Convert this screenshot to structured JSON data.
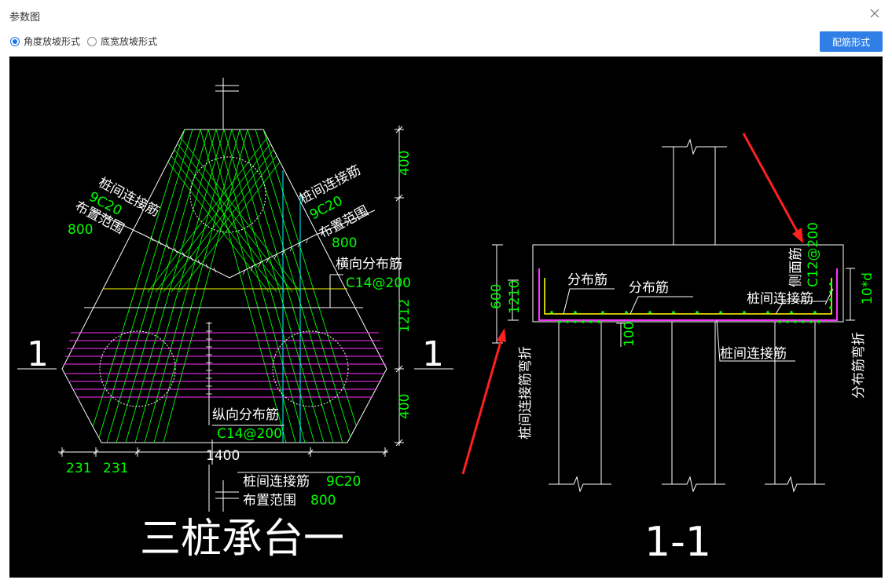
{
  "window": {
    "title": "参数图"
  },
  "options": {
    "angle_slope": "角度放坡形式",
    "width_slope": "底宽放坡形式",
    "selected": "angle_slope"
  },
  "toolbar": {
    "rebar_form_button": "配筋形式"
  },
  "drawing": {
    "plan": {
      "label_left_top_1": "桩间连接筋",
      "label_left_top_2": "9C20",
      "label_left_top_3": "布置范围",
      "label_left_top_4": "800",
      "label_right_top_1": "桩间连接筋",
      "label_right_top_2": "9C20",
      "label_right_top_3": "布置范围",
      "label_right_top_4": "800",
      "transverse_label": "横向分布筋",
      "transverse_spec": "C14@200",
      "longitudinal_label": "纵向分布筋",
      "longitudinal_spec": "C14@200",
      "bottom_label_1": "桩间连接筋",
      "bottom_spec_1": "9C20",
      "bottom_label_2": "布置范围",
      "bottom_spec_2": "800",
      "dim_400_top": "400",
      "dim_1212": "1212",
      "dim_400_bottom": "400",
      "dim_231_a": "231",
      "dim_231_b": "231",
      "dim_1400": "1400",
      "section_mark_left": "1",
      "section_mark_right": "1",
      "caption": "三桩承台一"
    },
    "section": {
      "label_distribution_1": "分布筋",
      "label_distribution_2": "分布筋",
      "label_connect_top": "桩间连接筋",
      "label_connect_bottom": "桩间连接筋",
      "label_side_rebar": "侧面筋",
      "side_rebar_spec": "C12@200",
      "label_connect_bend": "桩间连接筋弯折",
      "label_distribution_bend": "分布筋弯折",
      "dim_600": "600",
      "dim_1210": "1210",
      "dim_100": "100",
      "dim_10d": "10*d",
      "caption": "1-1"
    }
  }
}
